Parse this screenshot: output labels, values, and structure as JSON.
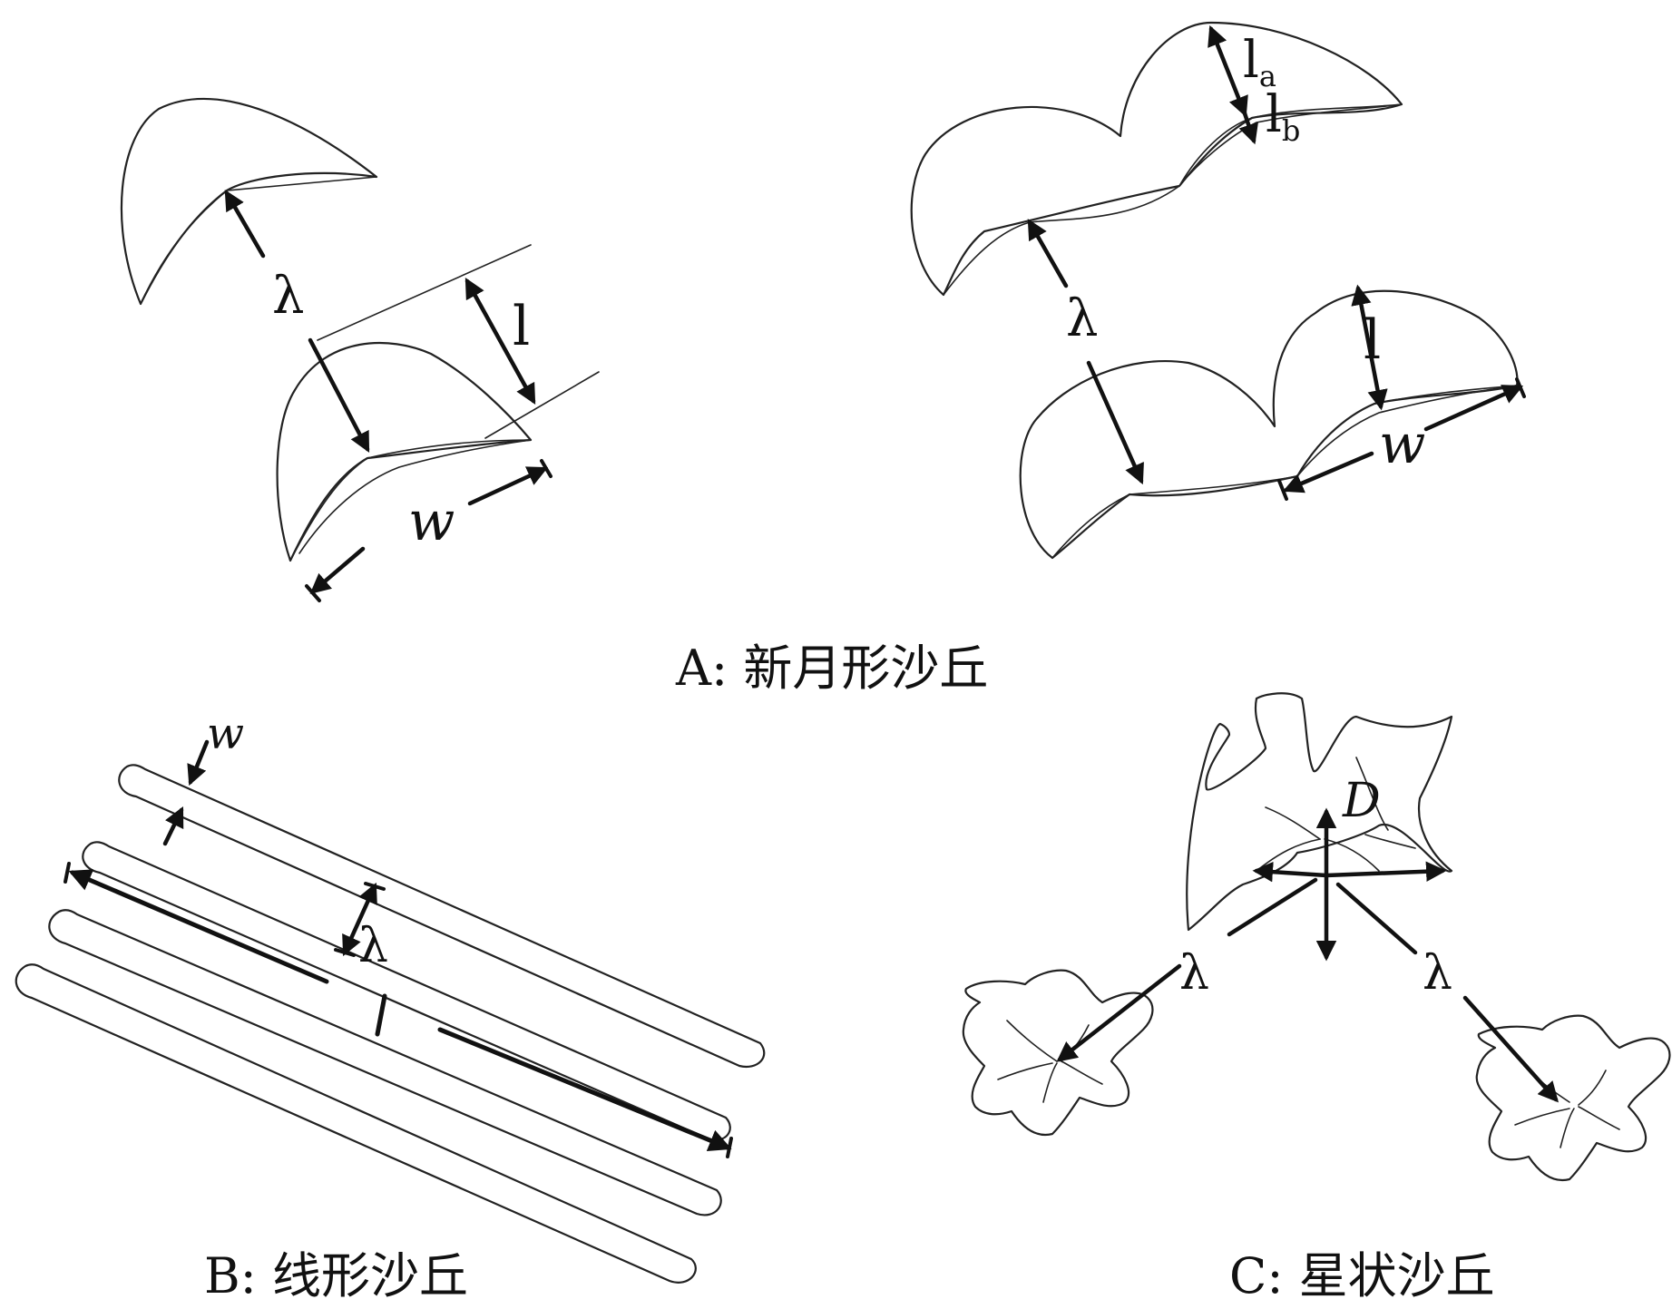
{
  "captions": {
    "a": "A: 新月形沙丘",
    "b": "B: 线形沙丘",
    "c": "C: 星状沙丘"
  },
  "symbols": {
    "lambda": "λ",
    "l": "l",
    "w": "w",
    "la_base": "l",
    "la_sub": "a",
    "lb_base": "l",
    "lb_sub": "b",
    "D": "D"
  }
}
